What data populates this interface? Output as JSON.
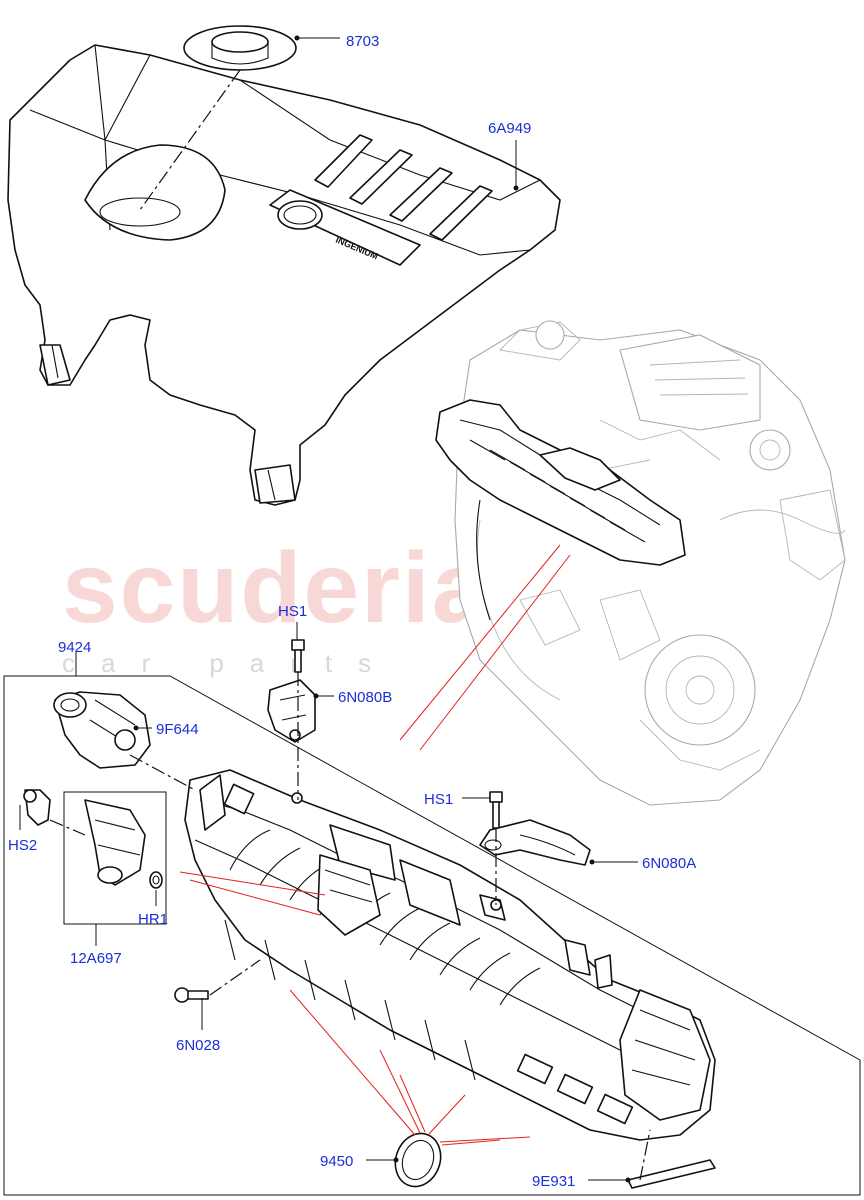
{
  "labels": {
    "l8703": "8703",
    "l6a949": "6A949",
    "lhs1_top": "HS1",
    "l6n080b": "6N080B",
    "l9424": "9424",
    "l9f644": "9F644",
    "lhs1_mid": "HS1",
    "l6n080a": "6N080A",
    "lhs2": "HS2",
    "lhr1": "HR1",
    "l12a697": "12A697",
    "l6n028": "6N028",
    "l9450": "9450",
    "l9e931": "9E931"
  },
  "cover_text": {
    "brand": "INGENIUM"
  },
  "watermark": {
    "main": "scuderia",
    "sub": "car parts"
  },
  "colors": {
    "label_blue": "#1a2fd6",
    "leader_red": "#e52020",
    "watermark_pink": "#f4b8b8"
  }
}
